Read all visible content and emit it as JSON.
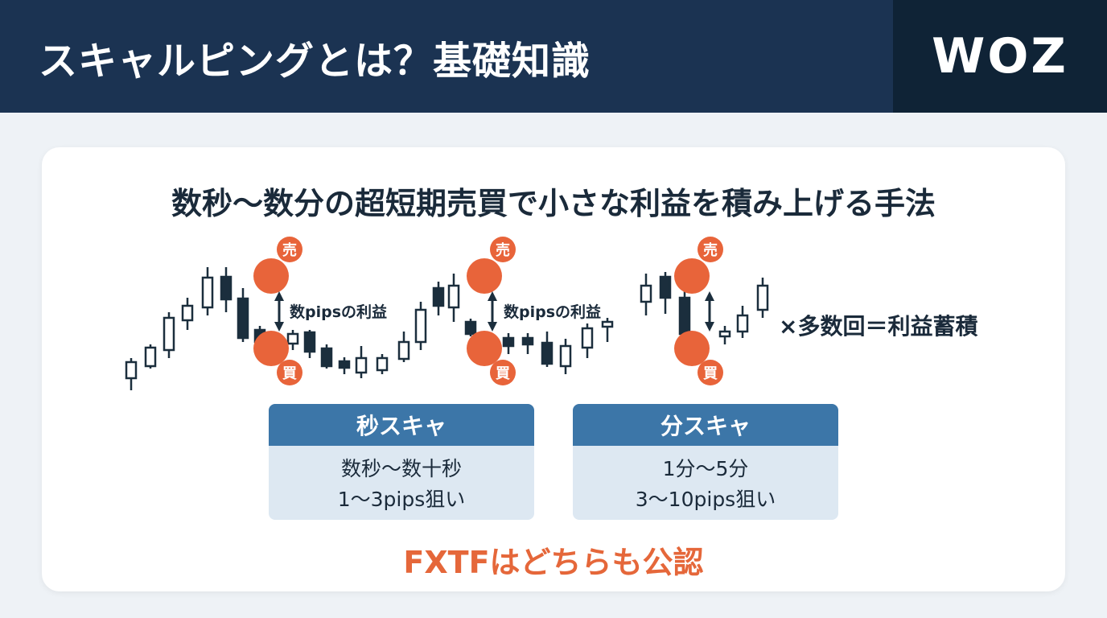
{
  "header": {
    "title": "スキャルピングとは？基礎知識",
    "logo": "WOZ"
  },
  "subtitle": "数秒〜数分の超短期売買で小さな利益を積み上げる手法",
  "diagram": {
    "sell_label": "売",
    "buy_label": "買",
    "profit_label": "数pipsの利益",
    "repeat_label": "×多数回＝利益蓄積",
    "colors": {
      "accent": "#e8643a",
      "candle": "#1b2e3d"
    }
  },
  "boxes": [
    {
      "title": "秒スキャ",
      "lines": [
        "数秒〜数十秒",
        "1〜3pips狙い"
      ]
    },
    {
      "title": "分スキャ",
      "lines": [
        "1分〜5分",
        "3〜10pips狙い"
      ]
    }
  ],
  "footer": "FXTFはどちらも公認"
}
